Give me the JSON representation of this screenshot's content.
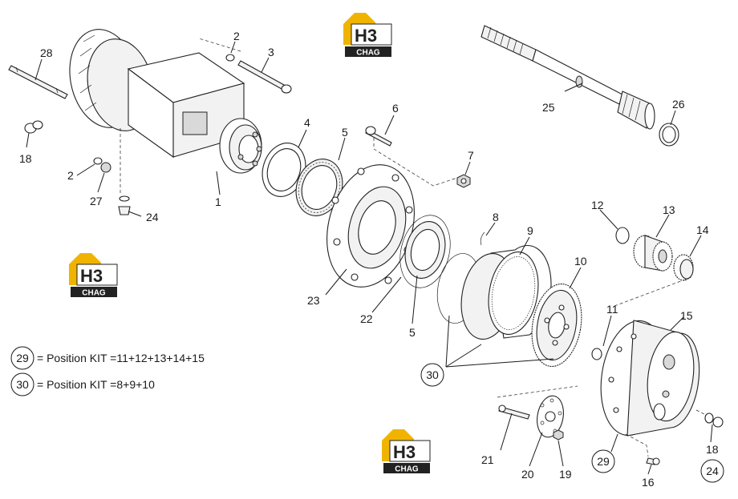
{
  "logo": {
    "mark": "H3",
    "text": "CHAG",
    "colors": {
      "gold": "#f0b400",
      "dark": "#222222"
    }
  },
  "callouts": [
    {
      "id": "1",
      "text": "1"
    },
    {
      "id": "2a",
      "text": "2"
    },
    {
      "id": "2b",
      "text": "2"
    },
    {
      "id": "3",
      "text": "3"
    },
    {
      "id": "4",
      "text": "4"
    },
    {
      "id": "5a",
      "text": "5"
    },
    {
      "id": "5b",
      "text": "5"
    },
    {
      "id": "6",
      "text": "6"
    },
    {
      "id": "7",
      "text": "7"
    },
    {
      "id": "8",
      "text": "8"
    },
    {
      "id": "9",
      "text": "9"
    },
    {
      "id": "10",
      "text": "10"
    },
    {
      "id": "11",
      "text": "11"
    },
    {
      "id": "12",
      "text": "12"
    },
    {
      "id": "13",
      "text": "13"
    },
    {
      "id": "14",
      "text": "14"
    },
    {
      "id": "15",
      "text": "15"
    },
    {
      "id": "16",
      "text": "16"
    },
    {
      "id": "18a",
      "text": "18"
    },
    {
      "id": "18b",
      "text": "18"
    },
    {
      "id": "19",
      "text": "19"
    },
    {
      "id": "20",
      "text": "20"
    },
    {
      "id": "21",
      "text": "21"
    },
    {
      "id": "22",
      "text": "22"
    },
    {
      "id": "23",
      "text": "23"
    },
    {
      "id": "24a",
      "text": "24"
    },
    {
      "id": "25",
      "text": "25"
    },
    {
      "id": "26",
      "text": "26"
    },
    {
      "id": "27",
      "text": "27"
    },
    {
      "id": "28",
      "text": "28"
    }
  ],
  "circled": {
    "c29_label": "29",
    "c30_label": "30",
    "c24_label": "24"
  },
  "legend": [
    {
      "num": "29",
      "text": "= Position KIT =11+12+13+14+15"
    },
    {
      "num": "30",
      "text": "= Position KIT =8+9+10"
    }
  ]
}
